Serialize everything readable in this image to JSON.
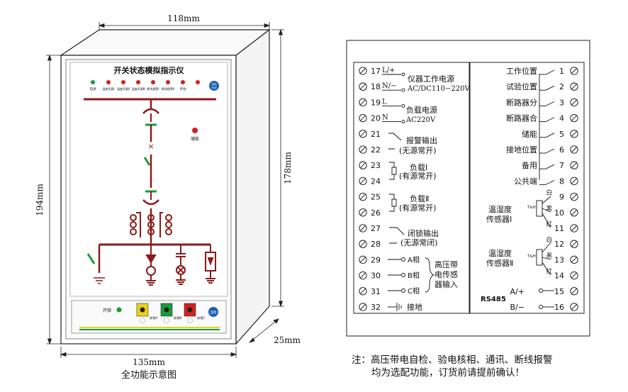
{
  "front_view": {
    "title": "开关状态模拟指示仪",
    "dim_width_top": "118mm",
    "dim_height_left": "194mm",
    "dim_height_right": "178mm",
    "dim_width_bottom": "135mm",
    "dim_depth": "25mm",
    "caption": "全功能示意图",
    "indicator_labels": [
      "电源",
      "温度负载Ⅰ",
      "温度负载Ⅱ",
      "温度负载Ⅲ",
      "断线报警Ⅰ",
      "断线报警Ⅱ",
      "手动"
    ],
    "mode_button": "自动\n手动",
    "storage_label": "储能",
    "lock_label": "开锁",
    "phase_labels": [
      "核相A",
      "核相B",
      "核相C"
    ],
    "selfcheck_button": "自检",
    "colors": {
      "frame": "#8b1a1a",
      "green": "#1a9a3a",
      "yellow": "#e8d21a",
      "red": "#d42020",
      "blue": "#1a5fb4"
    }
  },
  "terminals": {
    "left": [
      {
        "num": "17",
        "sym": "L/+",
        "desc": "仪器工作电源"
      },
      {
        "num": "18",
        "sym": "N/−",
        "desc": "AC/DC110−220V"
      },
      {
        "num": "19",
        "sym": "L",
        "desc": "负载电源"
      },
      {
        "num": "20",
        "sym": "N",
        "desc": "AC220V"
      },
      {
        "num": "21",
        "sym": "",
        "desc": "报警输出"
      },
      {
        "num": "22",
        "sym": "",
        "desc": "(无源常开)"
      },
      {
        "num": "23",
        "sym": "",
        "desc": "负载Ⅰ"
      },
      {
        "num": "24",
        "sym": "",
        "desc": "(有源常开)"
      },
      {
        "num": "25",
        "sym": "",
        "desc": "负载Ⅱ"
      },
      {
        "num": "26",
        "sym": "",
        "desc": "(有源常开)"
      },
      {
        "num": "27",
        "sym": "",
        "desc": "闭锁输出"
      },
      {
        "num": "28",
        "sym": "",
        "desc": "(无源常闭)"
      },
      {
        "num": "29",
        "sym": "A相",
        "desc": ""
      },
      {
        "num": "30",
        "sym": "B相",
        "desc": ""
      },
      {
        "num": "31",
        "sym": "C相",
        "desc": ""
      },
      {
        "num": "32",
        "sym": "接地",
        "desc": ""
      }
    ],
    "hv_sensor_label": "高压带\n电传感\n器输入",
    "right": [
      {
        "num": "1",
        "label": "工作位置"
      },
      {
        "num": "2",
        "label": "试验位置"
      },
      {
        "num": "3",
        "label": "断路器分"
      },
      {
        "num": "4",
        "label": "断路器合"
      },
      {
        "num": "5",
        "label": "储能"
      },
      {
        "num": "6",
        "label": "接地位置"
      },
      {
        "num": "7",
        "label": "备用"
      },
      {
        "num": "8",
        "label": "公共端"
      },
      {
        "num": "9",
        "label": "白"
      },
      {
        "num": "10",
        "label": "黑"
      },
      {
        "num": "11",
        "label": "红"
      },
      {
        "num": "12",
        "label": "白"
      },
      {
        "num": "13",
        "label": "黑"
      },
      {
        "num": "14",
        "label": "红"
      },
      {
        "num": "15",
        "label": "A/+"
      },
      {
        "num": "16",
        "label": "B/−"
      }
    ],
    "sensor1_label": "温湿度\n传感器Ⅰ",
    "sensor2_label": "温湿度\n传感器Ⅱ",
    "th_label": "T&H",
    "rs485_label": "RS485"
  },
  "note_line1": "注：高压带电自检、验电核相、通讯、断线报警",
  "note_line2": "均为选配功能，订货前请提前确认！"
}
